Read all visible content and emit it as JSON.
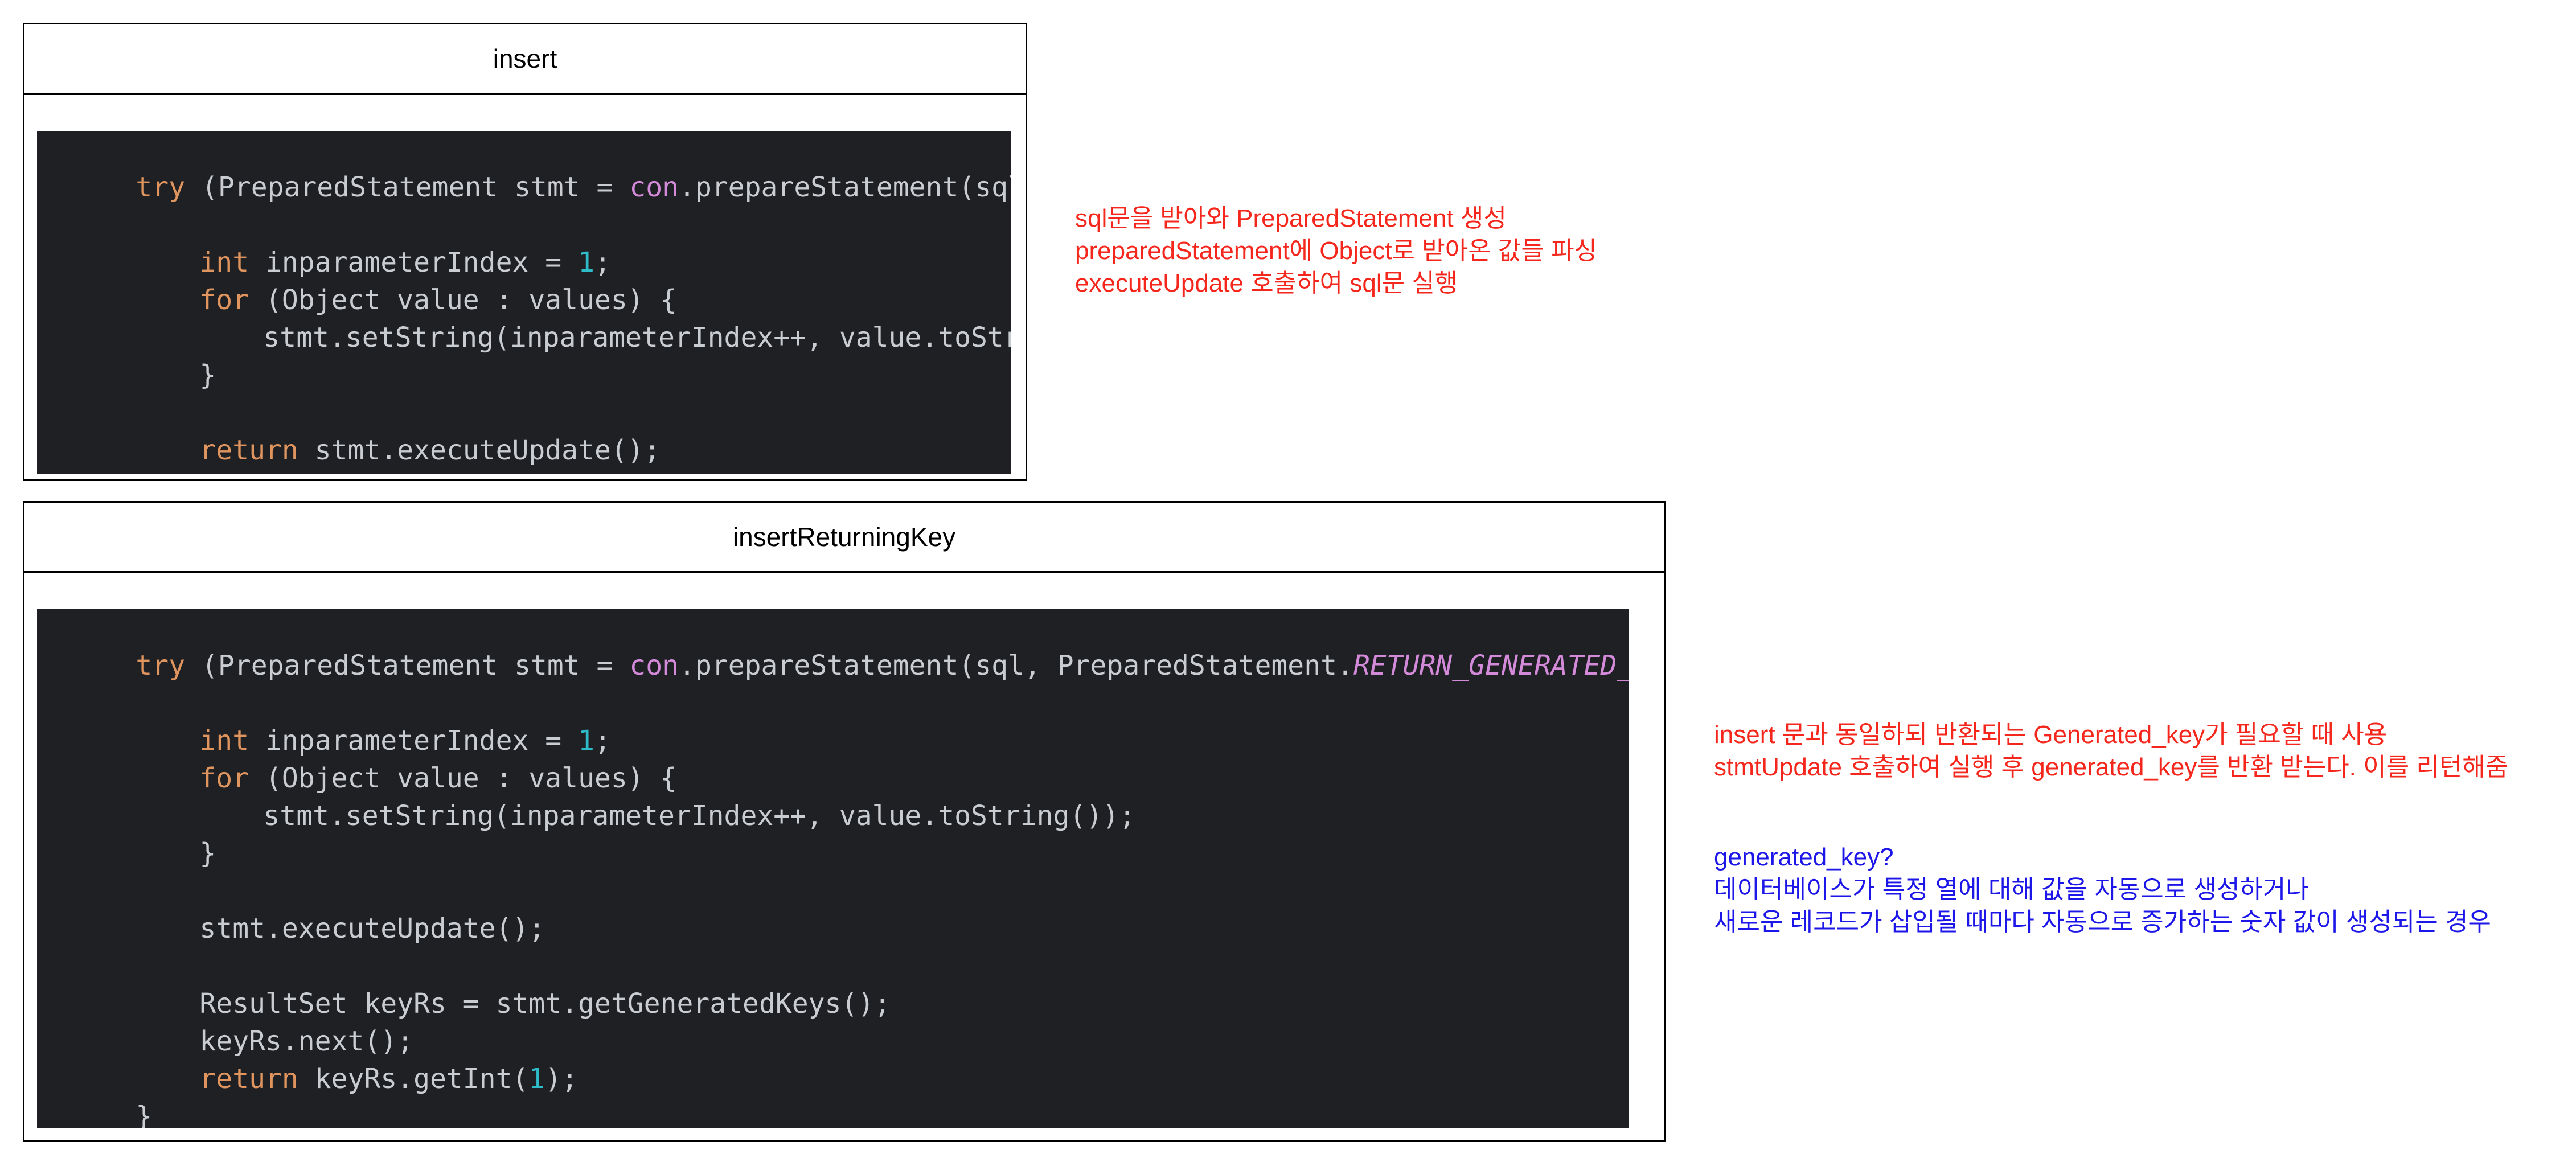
{
  "boxes": {
    "insert": {
      "title": "insert",
      "code": {
        "l1_kw": "try",
        "l1_a": " (PreparedStatement stmt = ",
        "l1_con": "con",
        "l1_b": ".prepareStatement(sql)) {",
        "l2_kw": "int",
        "l2_a": " inparameterIndex = ",
        "l2_num": "1",
        "l2_b": ";",
        "l3_kw": "for",
        "l3_a": " (Object value : values) {",
        "l4": "stmt.setString(inparameterIndex++, value.toString());",
        "l5": "}",
        "l6_kw": "return",
        "l6_a": " stmt.executeUpdate();",
        "l7": "}"
      }
    },
    "insertReturningKey": {
      "title": "insertReturningKey",
      "code": {
        "l1_kw": "try",
        "l1_a": " (PreparedStatement stmt = ",
        "l1_con": "con",
        "l1_b": ".prepareStatement(sql, PreparedStatement.",
        "l1_const": "RETURN_GENERATED_KEYS",
        "l1_c": ")) {",
        "l2_kw": "int",
        "l2_a": " inparameterIndex = ",
        "l2_num": "1",
        "l2_b": ";",
        "l3_kw": "for",
        "l3_a": " (Object value : values) {",
        "l4": "stmt.setString(inparameterIndex++, value.toString());",
        "l5": "}",
        "l6": "stmt.executeUpdate();",
        "l7": "ResultSet keyRs = stmt.getGeneratedKeys();",
        "l8": "keyRs.next();",
        "l9_kw": "return",
        "l9_a": " keyRs.getInt(",
        "l9_num": "1",
        "l9_b": ");",
        "l10": "}"
      }
    }
  },
  "notes": {
    "insert": [
      "sql문을 받아와 PreparedStatement 생성",
      "preparedStatement에 Object로 받아온 값들 파싱",
      "executeUpdate 호출하여 sql문 실행"
    ],
    "insertReturningKey": [
      "insert 문과 동일하되 반환되는 Generated_key가 필요할 때 사용",
      "stmtUpdate 호출하여 실행 후 generated_key를 반환 받는다. 이를 리턴해줌"
    ],
    "generatedKey": [
      "generated_key?",
      "데이터베이스가 특정 열에 대해 값을 자동으로 생성하거나",
      "새로운 레코드가 삽입될 때마다 자동으로 증가하는 숫자 값이 생성되는 경우"
    ]
  },
  "colors": {
    "code_bg": "#1f2024",
    "keyword": "#e0955f",
    "number": "#2fbcc9",
    "field": "#d38ad9",
    "note_red": "#f5261b",
    "note_blue": "#1d16e8"
  }
}
